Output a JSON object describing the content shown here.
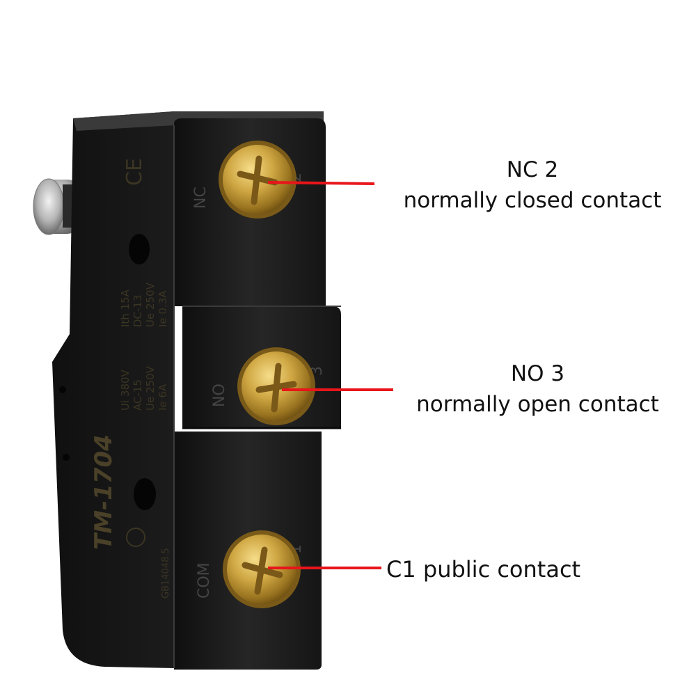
{
  "callouts": {
    "nc": {
      "title": "NC 2",
      "desc": "normally closed contact"
    },
    "no": {
      "title": "NO 3",
      "desc": "normally open contact"
    },
    "com": {
      "title": "C1 public contact"
    }
  },
  "switch_markings": {
    "model": "TM-1704",
    "ratings_left": [
      "Ui 380V",
      "AC-15",
      "Ue 250V",
      "Ie 6A"
    ],
    "ratings_right": [
      "Ith 15A",
      "DC-13",
      "Ue 250V",
      "Ie 0.3A"
    ],
    "standard": "GB14048.5",
    "terminal_nc": "NC",
    "terminal_no": "NO",
    "terminal_com": "COM",
    "num_nc": "2",
    "num_no": "3",
    "num_com": "1"
  },
  "colors": {
    "leader_line": "#e8151b",
    "body": "#1e1e1e",
    "brass": "#c9a23e",
    "text": "#111111"
  }
}
